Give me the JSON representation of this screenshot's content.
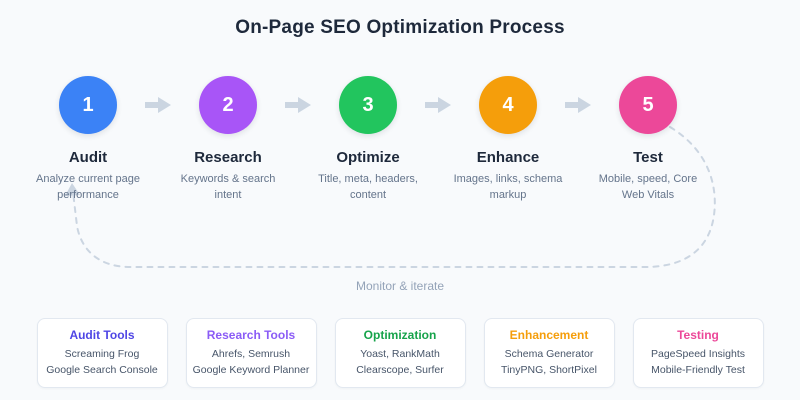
{
  "title": "On-Page SEO Optimization Process",
  "loop_label": "Monitor & iterate",
  "steps": [
    {
      "number": "1",
      "name": "Audit",
      "description": "Analyze current page performance",
      "color": "#3b82f6"
    },
    {
      "number": "2",
      "name": "Research",
      "description": "Keywords & search intent",
      "color": "#a855f7"
    },
    {
      "number": "3",
      "name": "Optimize",
      "description": "Title, meta, headers, content",
      "color": "#22c55e"
    },
    {
      "number": "4",
      "name": "Enhance",
      "description": "Images, links, schema markup",
      "color": "#f59e0b"
    },
    {
      "number": "5",
      "name": "Test",
      "description": "Mobile, speed, Core Web Vitals",
      "color": "#ec4899"
    }
  ],
  "icons": {
    "arrow": "arrow-right-icon",
    "loop": "dashed-loop-arrow"
  },
  "colors": {
    "background": "#f8fafc",
    "heading": "#1e293b",
    "muted_text": "#64748b",
    "arrow_gray": "#cbd5e1",
    "card_border": "#e2e8f0"
  },
  "tools": [
    {
      "title": "Audit Tools",
      "color": "#4f46e5",
      "line1": "Screaming Frog",
      "line2": "Google Search Console"
    },
    {
      "title": "Research Tools",
      "color": "#8b5cf6",
      "line1": "Ahrefs, Semrush",
      "line2": "Google Keyword Planner"
    },
    {
      "title": "Optimization",
      "color": "#16a34a",
      "line1": "Yoast, RankMath",
      "line2": "Clearscope, Surfer"
    },
    {
      "title": "Enhancement",
      "color": "#f59e0b",
      "line1": "Schema Generator",
      "line2": "TinyPNG, ShortPixel"
    },
    {
      "title": "Testing",
      "color": "#ec4899",
      "line1": "PageSpeed Insights",
      "line2": "Mobile-Friendly Test"
    }
  ]
}
